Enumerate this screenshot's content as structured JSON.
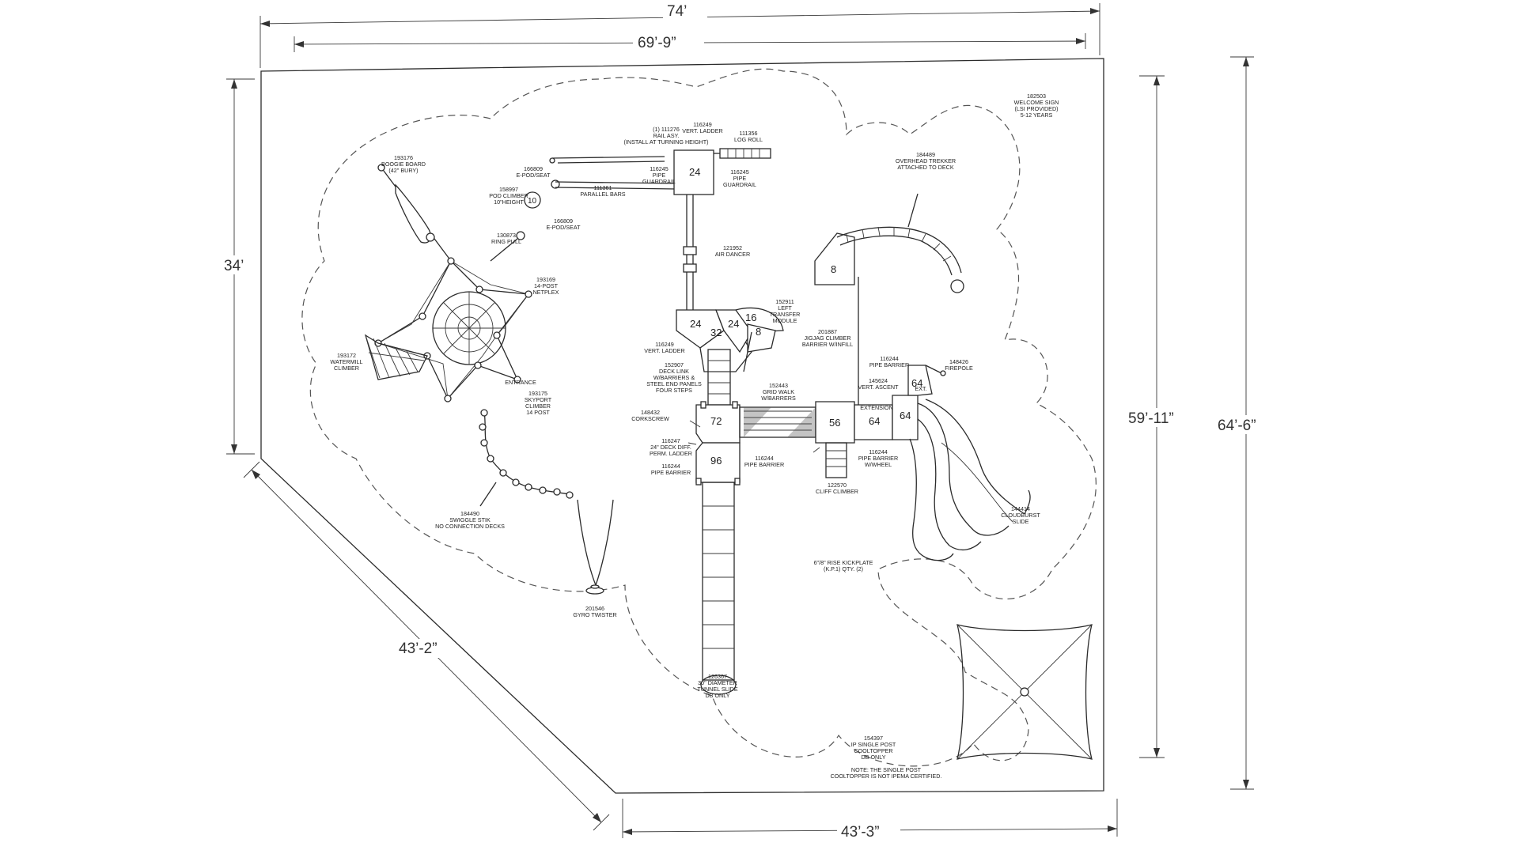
{
  "dimensions": {
    "top_outer": "74’",
    "top_inner": "69’-9”",
    "left": "34’",
    "right_inner": "59’-11”",
    "right_outer": "64’-6”",
    "diagonal": "43’-2”",
    "bottom": "43’-3”"
  },
  "deck_numbers": {
    "d24_top": "24",
    "d10": "10",
    "d8_upper": "8",
    "d24_a": "24",
    "d32": "32",
    "d24_b": "24",
    "d16": "16",
    "d8_lower": "8",
    "d72": "72",
    "d96": "96",
    "d56": "56",
    "d64_a": "64",
    "d64_b": "64",
    "d64_c": "64"
  },
  "labels": {
    "welcome_sign": [
      "182503",
      "WELCOME SIGN",
      "(LSI PROVIDED)",
      "5-12 YEARS"
    ],
    "rail_asy": [
      "(1)    111276",
      "RAIL ASY.",
      "(INSTALL AT TURNING HEIGHT)"
    ],
    "vert_ladder_top": [
      "116249",
      "VERT. LADDER"
    ],
    "log_roll": [
      "111356",
      "LOG ROLL"
    ],
    "epod_seat_1": [
      "166809",
      "E-POD/SEAT"
    ],
    "pod_climber": [
      "158997",
      "POD CLIMBER",
      "10\"HEIGHT"
    ],
    "parallel_bars": [
      "111361",
      "PARALLEL BARS"
    ],
    "pipe_guardrail_left": [
      "116245",
      "PIPE",
      "GUARDRAIL"
    ],
    "pipe_guardrail_right": [
      "116245",
      "PIPE",
      "GUARDRAIL"
    ],
    "boogie_board": [
      "193176",
      "BOOGIE BOARD",
      "(42\" BURY)"
    ],
    "epod_seat_2": [
      "166809",
      "E-POD/SEAT"
    ],
    "ring_pull": [
      "130873",
      "RING PULL"
    ],
    "air_dancer": [
      "121952",
      "AIR DANCER"
    ],
    "overhead_trekker": [
      "184489",
      "OVERHEAD TREKKER",
      "ATTACHED TO DECK"
    ],
    "netplex": [
      "193169",
      "14-POST",
      "NETPLEX"
    ],
    "left_transfer": [
      "152911",
      "LEFT",
      "TRANSFER",
      "MODULE"
    ],
    "vert_ladder_mid": [
      "116249",
      "VERT. LADDER"
    ],
    "jigjag": [
      "201887",
      "JIGJAG CLIMBER",
      "BARRIER W/INFILL"
    ],
    "watermill": [
      "193172",
      "WATERMILL",
      "CLIMBER"
    ],
    "deck_link": [
      "152907",
      "DECK LINK",
      "W/BARRIERS &",
      "STEEL END PANELS",
      "FOUR STEPS"
    ],
    "pipe_barrier_r1": [
      "116244",
      "PIPE BARRIER"
    ],
    "firepole": [
      "148426",
      "FIREPOLE"
    ],
    "vert_ascent": [
      "145624",
      "VERT. ASCENT"
    ],
    "grid_walk": [
      "152443",
      "GRID WALK",
      "W/BARRERS"
    ],
    "entrance": [
      "ENTRANCE"
    ],
    "skyport": [
      "193175",
      "SKYPORT",
      "CLIMBER",
      "14 POST"
    ],
    "ext": [
      "EXT."
    ],
    "extension": [
      "EXTENSION"
    ],
    "corkscrew": [
      "148432",
      "CORKSCREW"
    ],
    "deck_diff": [
      "116247",
      "24\" DECK DIFF.",
      "PERM. LADDER"
    ],
    "pipe_barrier_mid": [
      "116244",
      "PIPE BARRIER"
    ],
    "pipe_barrier_left": [
      "116244",
      "PIPE BARRIER"
    ],
    "pipe_barrier_wheel": [
      "116244",
      "PIPE BARRIER",
      "W/WHEEL"
    ],
    "cliff_climber": [
      "122570",
      "CLIFF CLIMBER"
    ],
    "swiggle_stik": [
      "184490",
      "SWIGGLE STIK",
      "NO CONNECTION DECKS"
    ],
    "cloudburst": [
      "144414",
      "CLOUDBURST",
      "SLIDE"
    ],
    "kickplate": [
      "6\"/8\" RISE KICKPLATE",
      "(K.P.1) QTY. (2)"
    ],
    "gyro_twister": [
      "201546",
      "GYRO TWISTER"
    ],
    "tunnel_slide": [
      "126367",
      "30\" DIAMETER",
      "TUNNEL SLIDE",
      "DB ONLY"
    ],
    "cooltopper": [
      "154397",
      "IP SINGLE POST",
      "COOLTOPPER",
      "DB ONLY"
    ],
    "note": [
      "NOTE: THE SINGLE POST",
      "COOLTOPPER IS NOT IPEMA CERTIFIED."
    ]
  }
}
